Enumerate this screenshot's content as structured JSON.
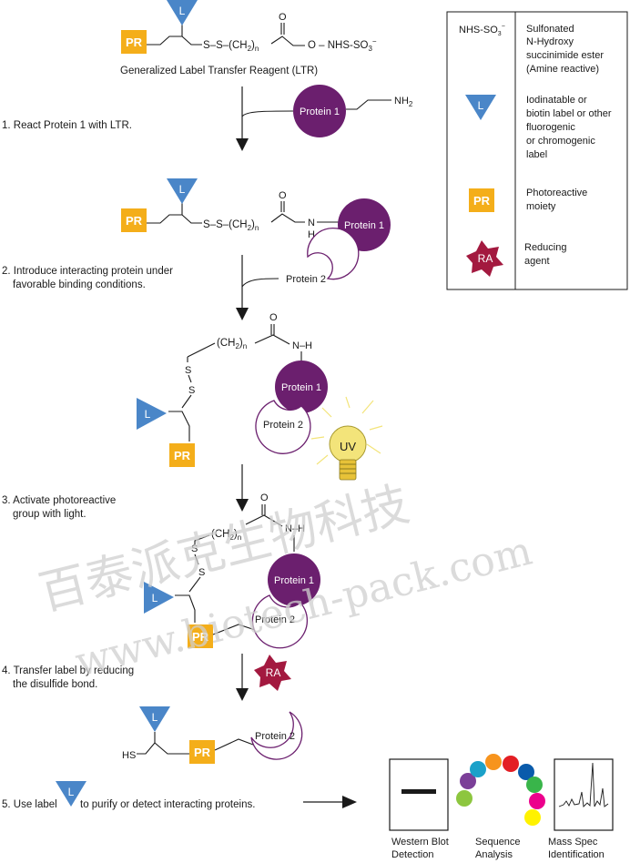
{
  "reagent_caption": "Generalized Label Transfer Reagent (LTR)",
  "labels": {
    "L": "L",
    "PR": "PR",
    "RA": "RA",
    "UV": "UV",
    "protein1": "Protein 1",
    "protein2": "Protein 2",
    "nh2": "NH",
    "nh2_sub": "2",
    "ss": "S–S–",
    "ch2n": "(CH",
    "ch2n_sub": "2",
    "ch2n_close": ")",
    "ch2n_n": "n",
    "o": "O",
    "o_nhs": "O – NHS-SO",
    "so3_sub": "3",
    "so3_sup": "−",
    "nh": "N",
    "h": "H",
    "n_h": "N–H",
    "s": "S",
    "hs": "HS"
  },
  "steps": {
    "step1": "1. React Protein 1 with LTR.",
    "step2_line1": "2. Introduce interacting protein under",
    "step2_line2": "favorable binding conditions.",
    "step3_line1": "3. Activate photoreactive",
    "step3_line2": "group with light.",
    "step4_line1": "4. Transfer label by reducing",
    "step4_line2": "the disulfide bond.",
    "step5_a": "5. Use label",
    "step5_b": "to purify or detect interacting proteins."
  },
  "legend": {
    "nhs_key": "NHS-SO",
    "nhs_key_sub": "3",
    "nhs_key_sup": "−",
    "nhs_desc": [
      "Sulfonated",
      "N-Hydroxy",
      "succinimide ester",
      "(Amine reactive)"
    ],
    "label_desc": [
      "Iodinatable or",
      "biotin label or other",
      "fluorogenic",
      "or chromogenic",
      "label"
    ],
    "pr_desc": [
      "Photoreactive",
      "moiety"
    ],
    "ra_desc": [
      "Reducing",
      "agent"
    ]
  },
  "outputs": {
    "western": [
      "Western Blot",
      "Detection"
    ],
    "sequence": [
      "Sequence",
      "Analysis"
    ],
    "massspec": [
      "Mass Spec",
      "Identification"
    ]
  },
  "watermark": {
    "line1": "百泰派克生物科技",
    "line2": "www.biotech-pack.com"
  },
  "colors": {
    "label_blue": "#4a86c8",
    "pr_orange": "#f4ae1a",
    "protein_purple": "#6b1f6e",
    "ra_red": "#a3193f",
    "bulb_yellow": "#f3e47a"
  },
  "sequence_dot_colors": [
    "#8dc63f",
    "#7b3f98",
    "#1ba1c9",
    "#f7941d",
    "#e31e24",
    "#0a5bab",
    "#39b54a",
    "#ec008c",
    "#fff200"
  ]
}
